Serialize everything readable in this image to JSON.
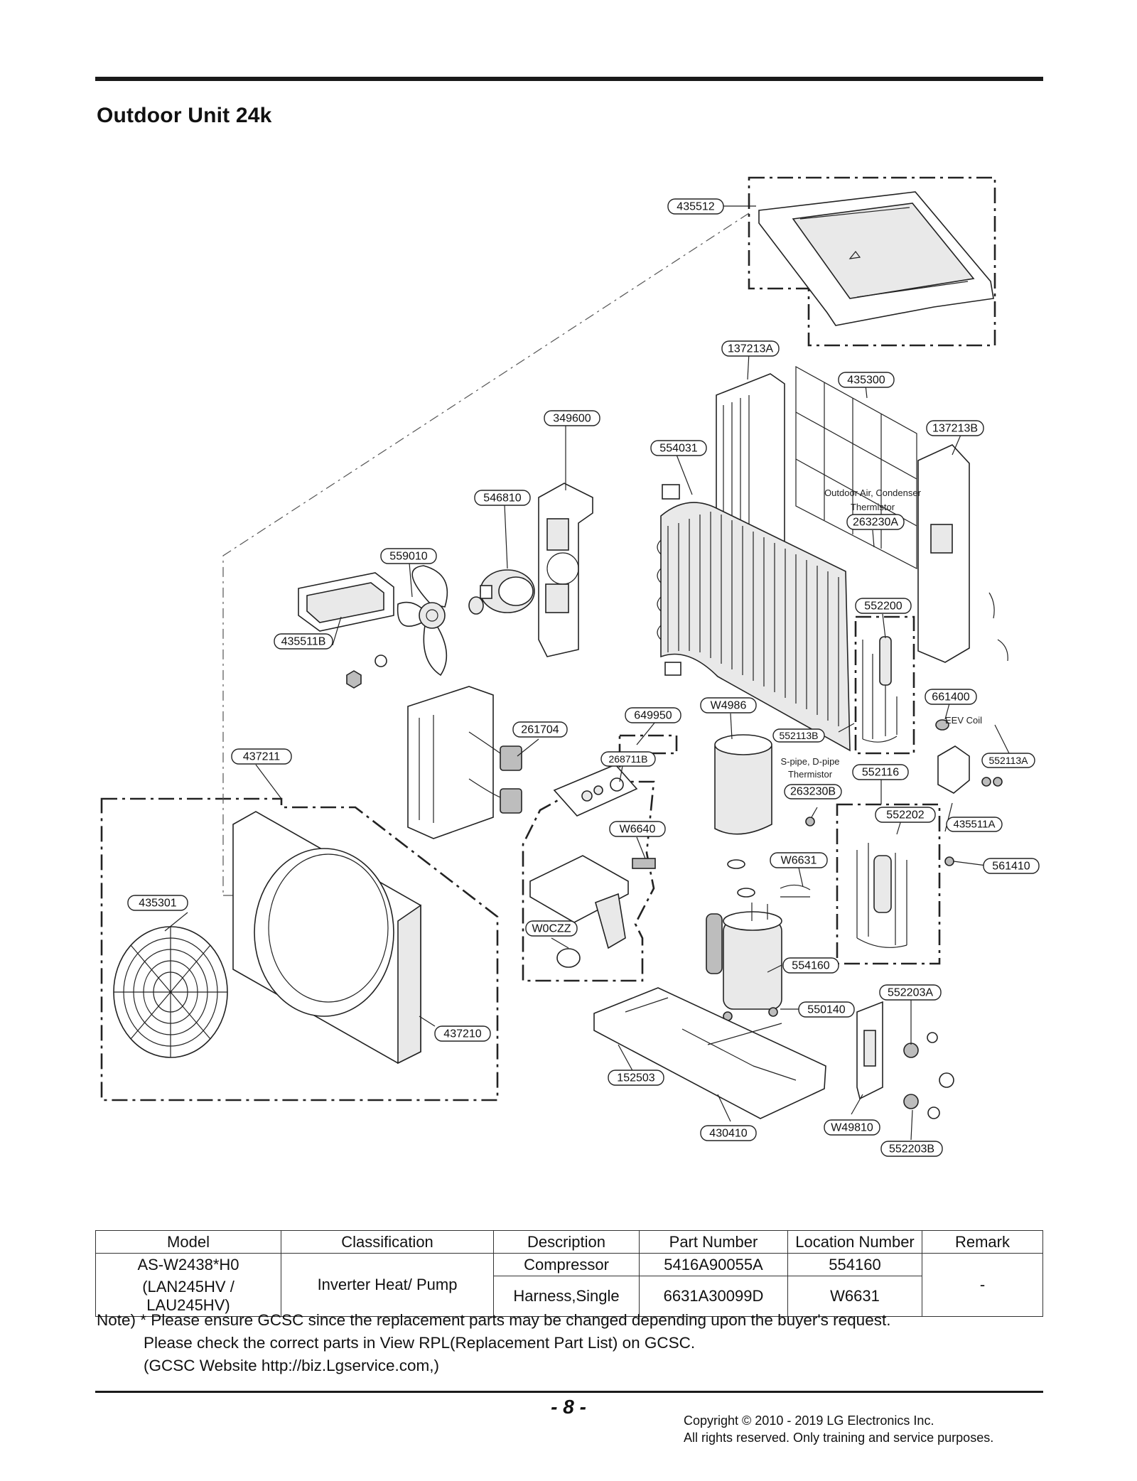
{
  "page": {
    "title": "Outdoor Unit 24k",
    "page_number": "- 8 -",
    "copyright": [
      "Copyright © 2010 - 2019 LG Electronics Inc.",
      "All rights reserved. Only training and service purposes."
    ]
  },
  "diagram": {
    "callouts": {
      "c435512": "435512",
      "c137213A": "137213A",
      "c435300": "435300",
      "c349600": "349600",
      "c137213B": "137213B",
      "c554031": "554031",
      "c546810": "546810",
      "c263230A": "263230A",
      "c559010": "559010",
      "c552200": "552200",
      "c435511B": "435511B",
      "c661400": "661400",
      "cW4986": "W4986",
      "c649950": "649950",
      "c261704": "261704",
      "c552113B": "552113B",
      "c437211": "437211",
      "c268711B": "268711B",
      "c552113A": "552113A",
      "c552116": "552116",
      "c263230B": "263230B",
      "c552202": "552202",
      "c435511A": "435511A",
      "cW6640": "W6640",
      "cW6631": "W6631",
      "c561410": "561410",
      "c435301": "435301",
      "cW0CZZ": "W0CZZ",
      "c554160": "554160",
      "c552203A": "552203A",
      "c550140": "550140",
      "c437210": "437210",
      "c152503": "152503",
      "c430410": "430410",
      "cW49810": "W49810",
      "c552203B": "552203B"
    },
    "notes": {
      "condenser_thermistor_1": "Outdoor Air, Condenser",
      "condenser_thermistor_2": "Thermistor",
      "eev_coil": "EEV Coil",
      "spipe_1": "S-pipe, D-pipe",
      "spipe_2": "Thermistor"
    }
  },
  "table": {
    "headers": [
      "Model",
      "Classification",
      "Description",
      "Part Number",
      "Location Number",
      "Remark"
    ],
    "model_line1": "AS-W2438*H0",
    "model_line2": "(LAN245HV / LAU245HV)",
    "classification": "Inverter Heat/ Pump",
    "rows": [
      {
        "description": "Compressor",
        "part_number": "5416A90055A",
        "location": "554160"
      },
      {
        "description": "Harness,Single",
        "part_number": "6631A30099D",
        "location": "W6631"
      }
    ],
    "remark": "-"
  },
  "notes": {
    "line1": "Note) * Please ensure GCSC since the replacement parts may be changed depending upon the buyer's request.",
    "line2": "Please check  the correct parts in View RPL(Replacement Part List) on GCSC.",
    "line3": "(GCSC Website  http://biz.Lgservice.com,)"
  }
}
